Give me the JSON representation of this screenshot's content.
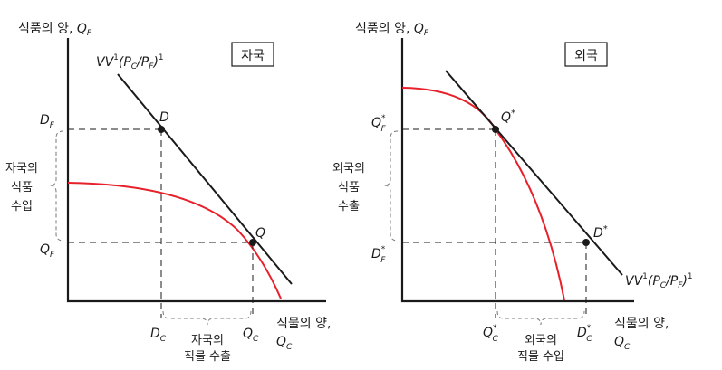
{
  "left": {
    "y_axis_label": "식품의 양, ",
    "y_axis_var": "Q",
    "y_axis_sub": "F",
    "box_label": "자국",
    "budget_label_a": "VV",
    "budget_label_b": "1",
    "budget_label_c": "(P",
    "budget_label_d": "C",
    "budget_label_e": "/P",
    "budget_label_f": "F",
    "budget_label_g": ")",
    "budget_label_h": "1",
    "point_d": "D",
    "point_q": "Q",
    "tick_df_main": "D",
    "tick_df_sub": "F",
    "tick_qf_main": "Q",
    "tick_qf_sub": "F",
    "tick_dc_main": "D",
    "tick_dc_sub": "C",
    "tick_qc_main": "Q",
    "tick_qc_sub": "C",
    "import_label": [
      "자국의",
      "식품",
      "수입"
    ],
    "export_label": [
      "자국의",
      "직물 수출"
    ],
    "x_axis_label_1": "직물의  양,",
    "x_axis_label_2_main": "Q",
    "x_axis_label_2_sub": "C"
  },
  "right": {
    "y_axis_label": "식품의 양, ",
    "y_axis_var": "Q",
    "y_axis_sub": "F",
    "box_label": "외국",
    "budget_label_a": "VV",
    "budget_label_b": "1",
    "budget_label_c": "(P",
    "budget_label_d": "C",
    "budget_label_e": "/P",
    "budget_label_f": "F",
    "budget_label_g": ")",
    "budget_label_h": "1",
    "point_qstar": "Q",
    "point_dstar": "D",
    "star": "*",
    "tick_qf_main": "Q",
    "tick_qf_sub": "F",
    "tick_df_main": "D",
    "tick_df_sub": "F",
    "tick_qc_main": "Q",
    "tick_qc_sub": "C",
    "tick_dc_main": "D",
    "tick_dc_sub": "C",
    "export_label": [
      "외국의",
      "식품",
      "수출"
    ],
    "import_label": [
      "외국의",
      "직물 수입"
    ],
    "x_axis_label_1": "직물의  양,",
    "x_axis_label_2_main": "Q",
    "x_axis_label_2_sub": "C"
  }
}
